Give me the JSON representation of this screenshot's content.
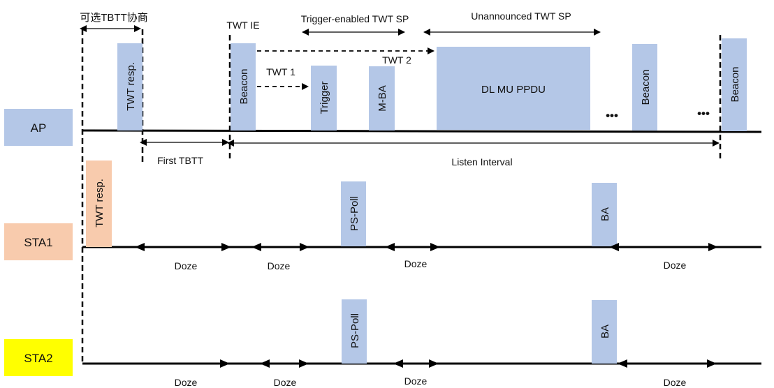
{
  "stations": {
    "ap": {
      "label": "AP",
      "color": "#b4c7e7"
    },
    "sta1": {
      "label": "STA1",
      "color": "#f8cbad"
    },
    "sta2": {
      "label": "STA2",
      "color": "#ffff00"
    }
  },
  "top_labels": {
    "optional_tbtt": "可选TBTT协商",
    "twt_ie": "TWT IE",
    "trigger_enabled_sp": "Trigger-enabled TWT SP",
    "unannounced_sp": "Unannounced  TWT SP",
    "twt1": "TWT 1",
    "twt2": "TWT 2"
  },
  "ap_frames": {
    "twt_resp": "TWT resp.",
    "beacon_1": "Beacon",
    "trigger": "Trigger",
    "mba": "M-BA",
    "dl_mu_ppdu": "DL MU PPDU",
    "beacon_2": "Beacon",
    "beacon_3": "Beacon",
    "ellipsis_1": "•••",
    "ellipsis_2": "•••"
  },
  "intervals": {
    "first_tbtt": "First TBTT",
    "listen_interval": "Listen Interval"
  },
  "sta1_frames": {
    "twt_resp": "TWT resp.",
    "ps_poll": "PS-Poll",
    "ba": "BA"
  },
  "sta2_frames": {
    "ps_poll": "PS-Poll",
    "ba": "BA"
  },
  "doze_labels": {
    "sta1": [
      "Doze",
      "Doze",
      "Doze",
      "Doze"
    ],
    "sta2": [
      "Doze",
      "Doze",
      "Doze",
      "Doze"
    ]
  },
  "colors": {
    "frame_blue": "#b4c7e7",
    "frame_orange": "#f8cbad",
    "line": "#000000"
  }
}
